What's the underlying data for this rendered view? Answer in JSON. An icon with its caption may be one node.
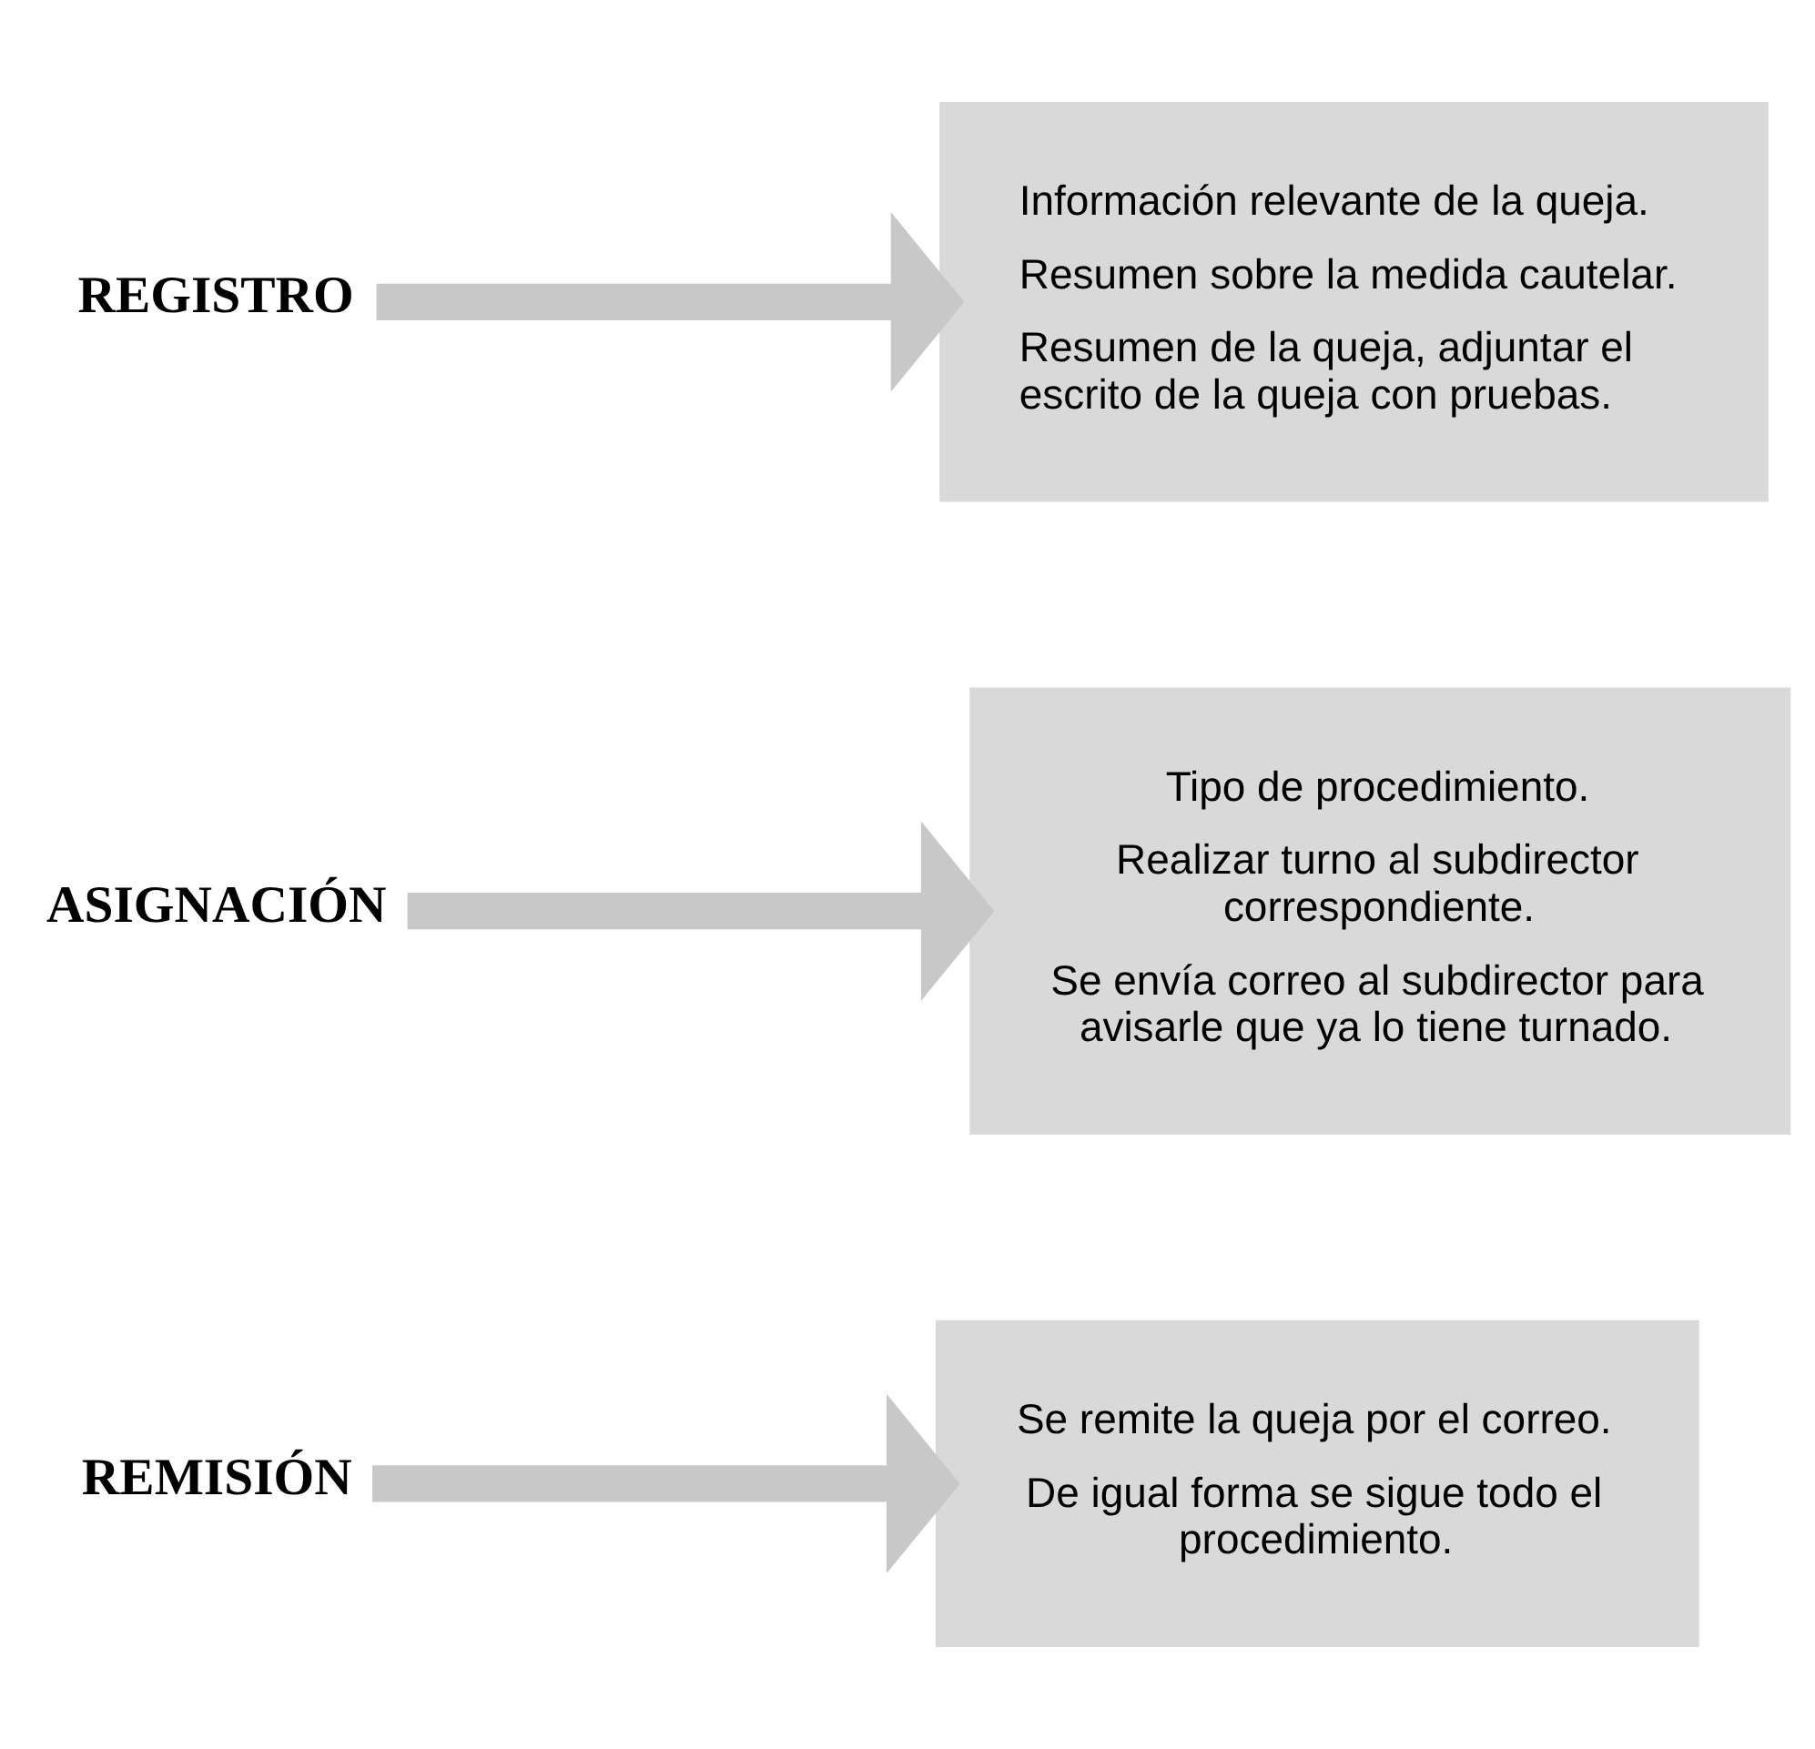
{
  "diagram": {
    "nodes": [
      {
        "text": [
          "REGISTRO"
        ]
      },
      {
        "text": [
          "Información relevante de la queja.",
          "Resumen sobre la medida cautelar.",
          "Resumen de la queja, adjuntar el escrito de la queja con pruebas."
        ]
      },
      {
        "text": [
          "ASIGNACIÓN"
        ]
      },
      {
        "text": [
          "Tipo de procedimiento.",
          "Realizar turno al subdirector correspondiente.",
          "Se envía correo al subdirector para avisarle que ya lo tiene turnado."
        ]
      },
      {
        "text": [
          "REMISIÓN"
        ]
      },
      {
        "text": [
          "Se remite la queja por el correo.",
          "De igual forma se sigue todo el procedimiento."
        ]
      }
    ],
    "edges": [
      {
        "from": 0,
        "to": 1,
        "arrow": "to"
      },
      {
        "from": 2,
        "to": 3,
        "arrow": "to"
      },
      {
        "from": 4,
        "to": 5,
        "arrow": "to"
      }
    ]
  }
}
